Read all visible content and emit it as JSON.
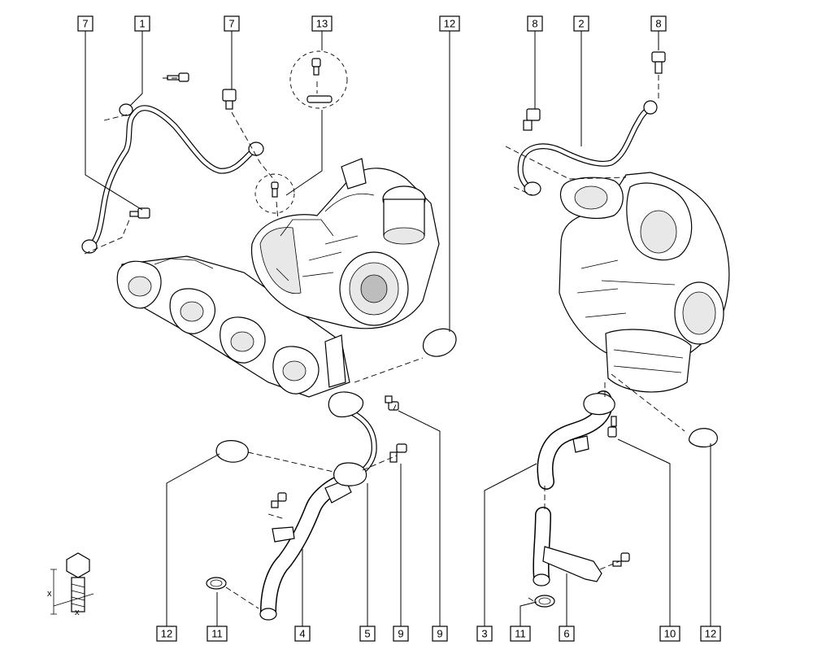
{
  "callouts": {
    "top_left_7": "7",
    "top_1": "1",
    "top_7b": "7",
    "top_13": "13",
    "top_12": "12",
    "top_8a": "8",
    "top_2": "2",
    "top_8b": "8",
    "bottom": [
      "12",
      "11",
      "4",
      "5",
      "9",
      "9",
      "3",
      "11",
      "6",
      "10",
      "12"
    ]
  },
  "bolt_detail": {
    "dim_label_1": "x",
    "dim_label_2": "x"
  }
}
